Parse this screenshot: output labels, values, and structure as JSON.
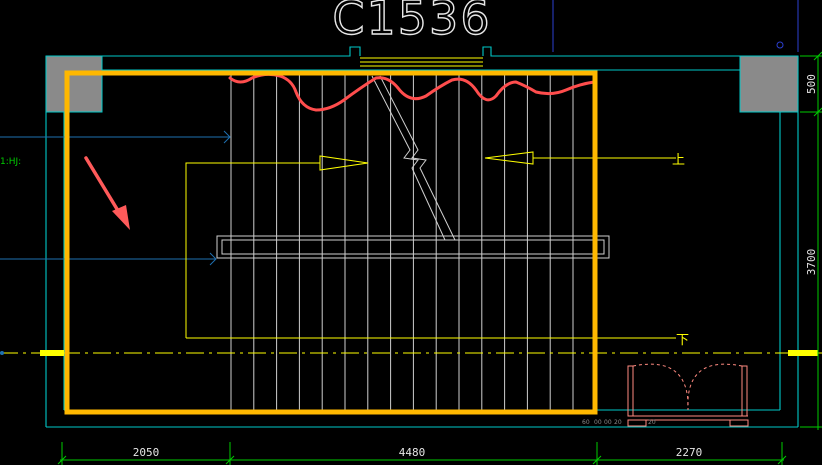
{
  "drawing": {
    "title": "C1536",
    "up_label": "上",
    "down_label": "下",
    "left_edge_label": "1:HJ:",
    "dimensions_bottom": [
      "2050",
      "4480",
      "2270"
    ],
    "dimensions_right": [
      "500",
      "3700"
    ],
    "tiny_marks": [
      "60",
      "00",
      "00",
      "20",
      "20"
    ]
  },
  "colors": {
    "background": "#000000",
    "wall": "#00c8c8",
    "stair_lines": "#cfcfcf",
    "annotation": "#ffff00",
    "dimension": "#00cc00",
    "highlight_box": "#ffb800",
    "scribble": "#ff4d4d",
    "arrow_marker": "#ff5a5a",
    "door": "#ff8a80",
    "column_fill": "#8a8a8a",
    "axis_blue": "#1e6fb0",
    "frame_blue": "#2b3fd0"
  }
}
